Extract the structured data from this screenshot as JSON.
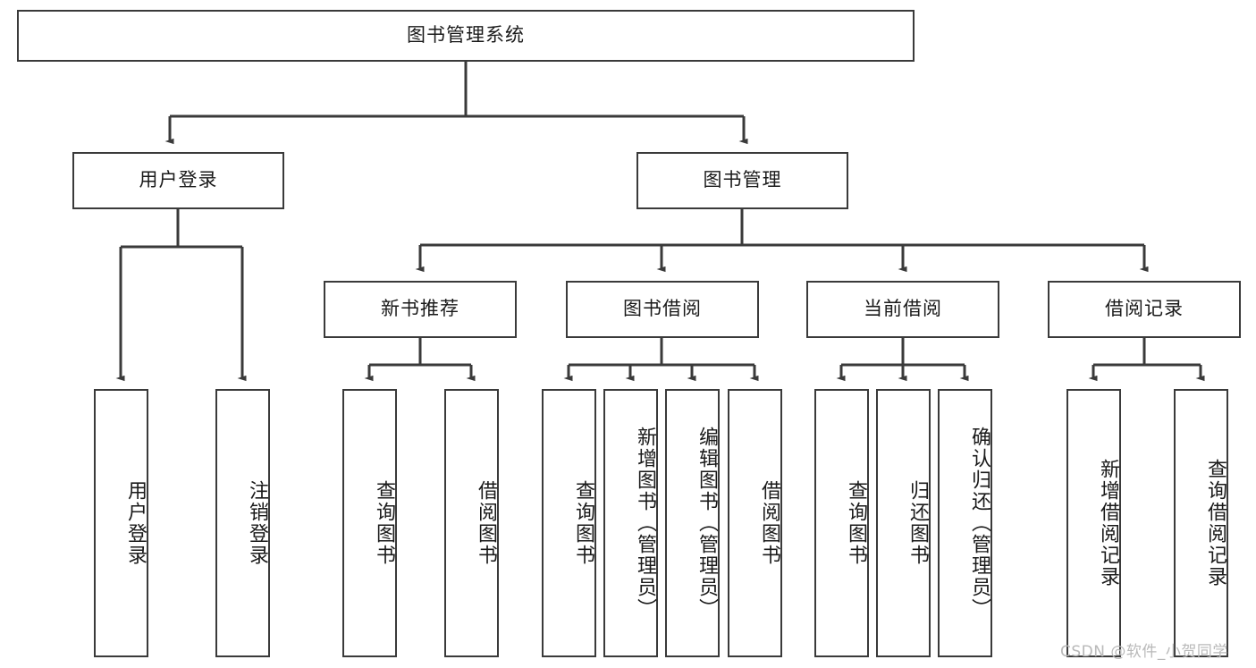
{
  "diagram": {
    "title": "图书管理系统",
    "type": "tree-hierarchy-diagram",
    "line_color": "#3a3a3a",
    "box_fill": "#ffffff",
    "text_color": "#1a1a1a"
  },
  "watermark": {
    "text": "CSDN @软件_小贺同学",
    "color": "#b9b9b9"
  },
  "nodes": {
    "root": {
      "label": "图书管理系统"
    },
    "level2": [
      {
        "label": "用户登录"
      },
      {
        "label": "图书管理"
      }
    ],
    "level3": [
      {
        "label": "新书推荐"
      },
      {
        "label": "图书借阅"
      },
      {
        "label": "当前借阅"
      },
      {
        "label": "借阅记录"
      }
    ],
    "leaves": {
      "user_login": [
        {
          "label": "用户登录"
        },
        {
          "label": "注销登录"
        }
      ],
      "new_book_recommend": [
        {
          "label": "查询图书"
        },
        {
          "label": "借阅图书"
        }
      ],
      "book_borrow": [
        {
          "label": "查询图书"
        },
        {
          "label": "新增图书（管理员）"
        },
        {
          "label": "编辑图书（管理员）"
        },
        {
          "label": "借阅图书"
        }
      ],
      "current_borrow": [
        {
          "label": "查询图书"
        },
        {
          "label": "归还图书"
        },
        {
          "label": "确认归还（管理员）"
        }
      ],
      "borrow_records": [
        {
          "label": "新增借阅记录"
        },
        {
          "label": "查询借阅记录"
        }
      ]
    }
  }
}
